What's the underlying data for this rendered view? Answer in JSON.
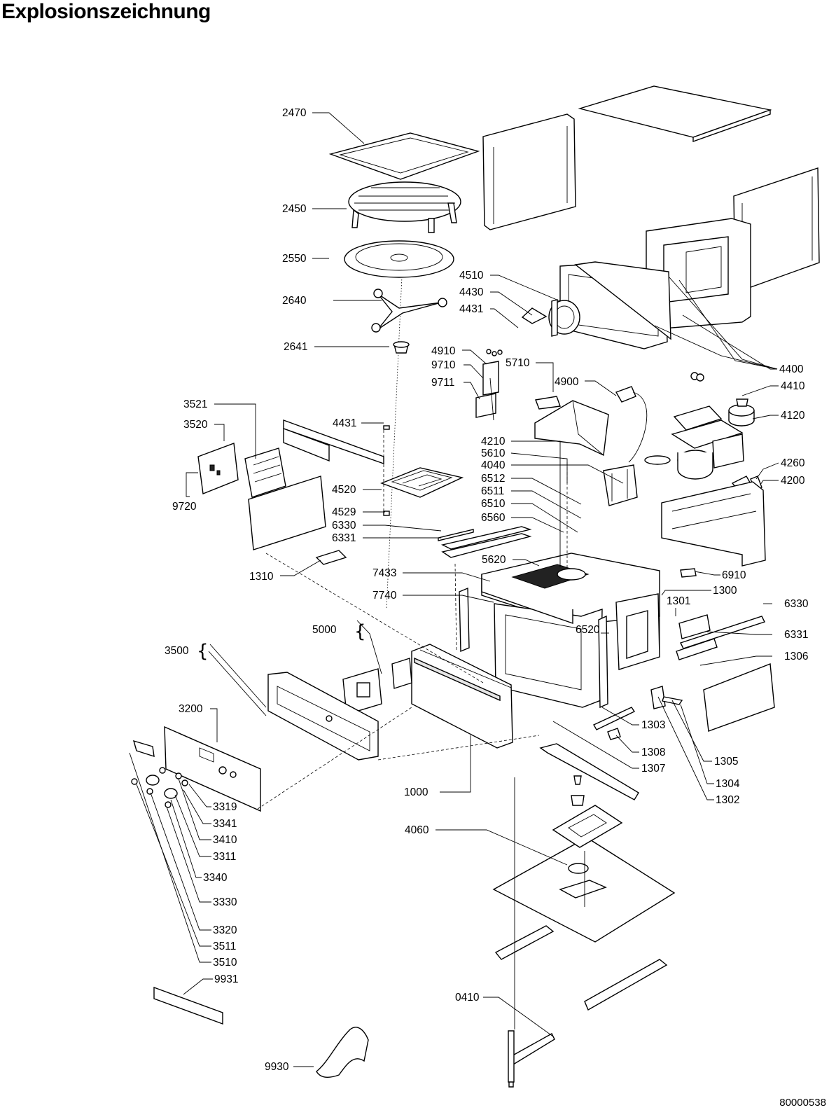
{
  "header": {
    "title": "Explosionszeichnung"
  },
  "footer": {
    "doc_number": "80000538"
  },
  "labels": {
    "l2470": "2470",
    "l2450": "2450",
    "l2550": "2550",
    "l2640": "2640",
    "l2641": "2641",
    "l4510": "4510",
    "l4430": "4430",
    "l4431a": "4431",
    "l4400": "4400",
    "l4910": "4910",
    "l9710": "9710",
    "l9711": "9711",
    "l5710": "5710",
    "l4900": "4900",
    "l4410": "4410",
    "l4120": "4120",
    "l4260": "4260",
    "l4200": "4200",
    "l3521": "3521",
    "l3520": "3520",
    "l4431b": "4431",
    "l9720": "9720",
    "l4210": "4210",
    "l5610": "5610",
    "l4040": "4040",
    "l6512": "6512",
    "l6511": "6511",
    "l6510": "6510",
    "l6560": "6560",
    "l4520": "4520",
    "l4529": "4529",
    "l6330a": "6330",
    "l6331a": "6331",
    "l1310": "1310",
    "l5620": "5620",
    "l6910": "6910",
    "l7433": "7433",
    "l1300": "1300",
    "l7740": "7740",
    "l1301": "1301",
    "l6330b": "6330",
    "l5000": "5000",
    "l6520": "6520",
    "l6331b": "6331",
    "l3500": "3500",
    "l1306": "1306",
    "l3200": "3200",
    "l1303": "1303",
    "l1305": "1305",
    "l1308": "1308",
    "l1307": "1307",
    "l1000": "1000",
    "l1304": "1304",
    "l1302": "1302",
    "l3319": "3319",
    "l3341": "3341",
    "l3410": "3410",
    "l3311": "3311",
    "l3340": "3340",
    "l3330": "3330",
    "l3320": "3320",
    "l3511": "3511",
    "l3510": "3510",
    "l9931": "9931",
    "l4060": "4060",
    "l0410": "0410",
    "l9930": "9930"
  }
}
